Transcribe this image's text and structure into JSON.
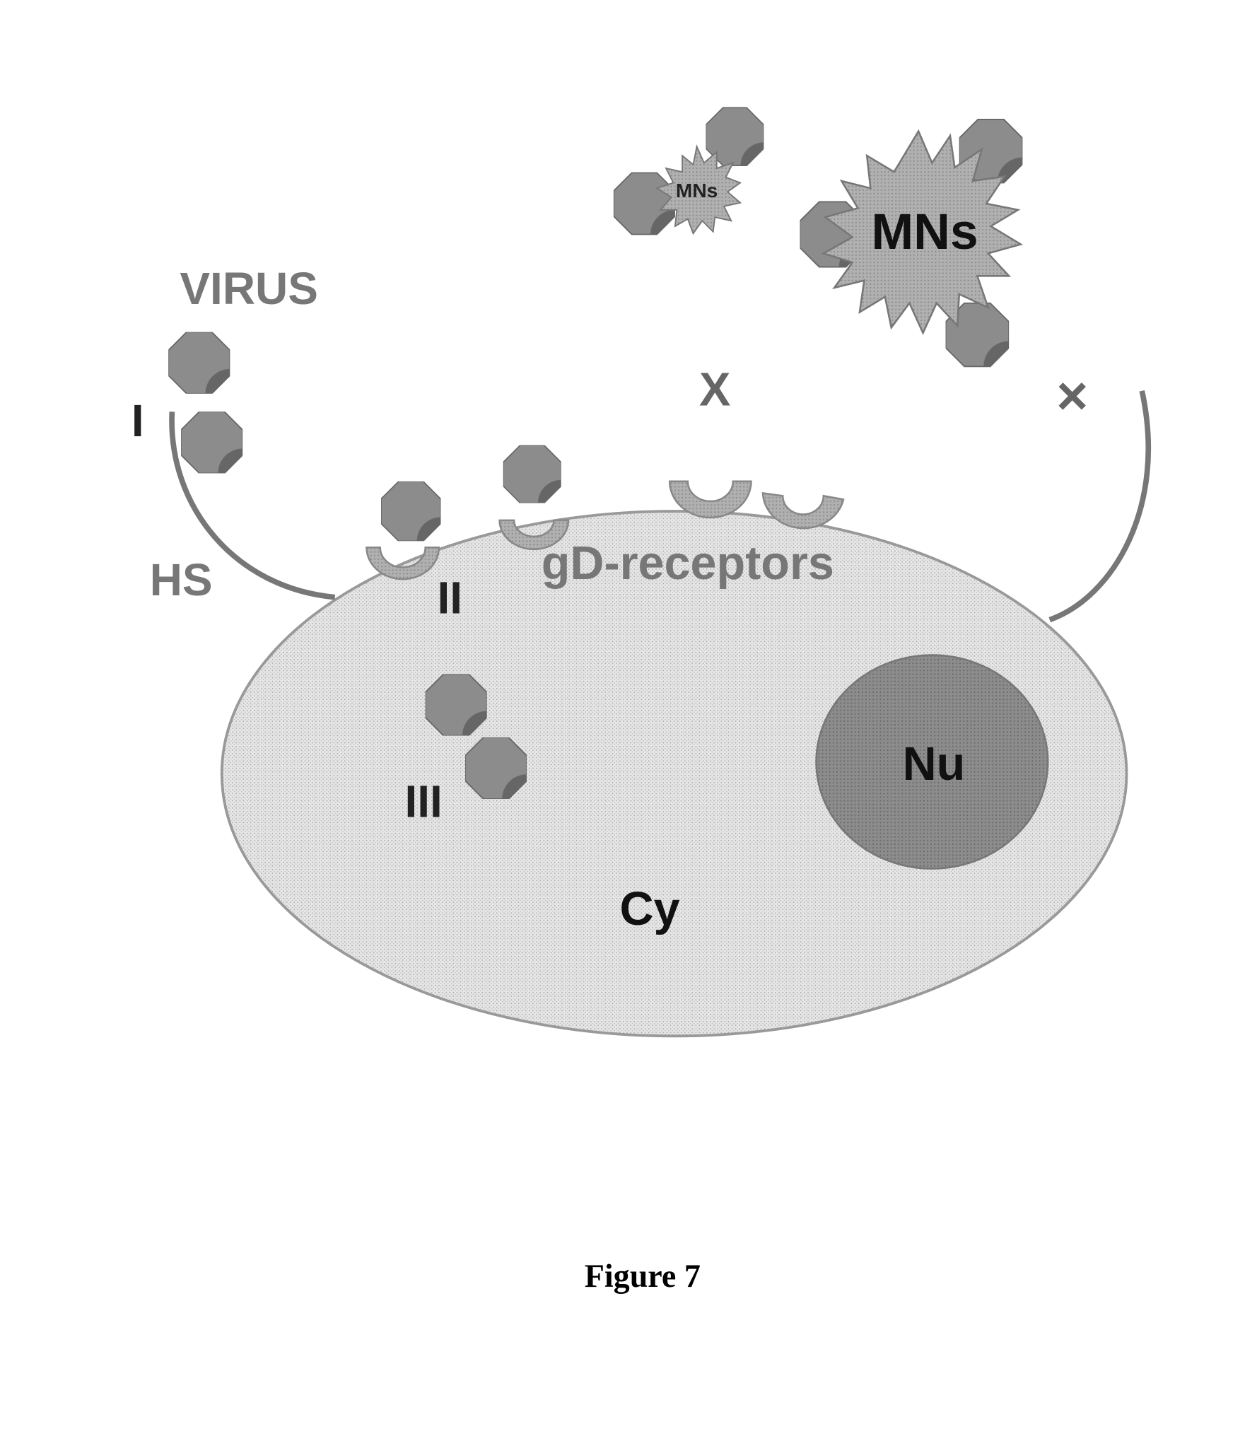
{
  "labels": {
    "virus": "VIRUS",
    "step1": "I",
    "hs": "HS",
    "step2": "II",
    "receptors": "gD-receptors",
    "step3": "III",
    "blocked1": "X",
    "blocked2": "×",
    "mns_small": "MNs",
    "mns_large": "MNs",
    "nucleus": "Nu",
    "cytoplasm": "Cy"
  },
  "caption": "Figure 7",
  "colors": {
    "virus": "#7a7a7a",
    "cell": "#e4e4e4",
    "nucleus": "#8a8a8a",
    "label_gray": "#777777",
    "label_dark": "#111111"
  }
}
